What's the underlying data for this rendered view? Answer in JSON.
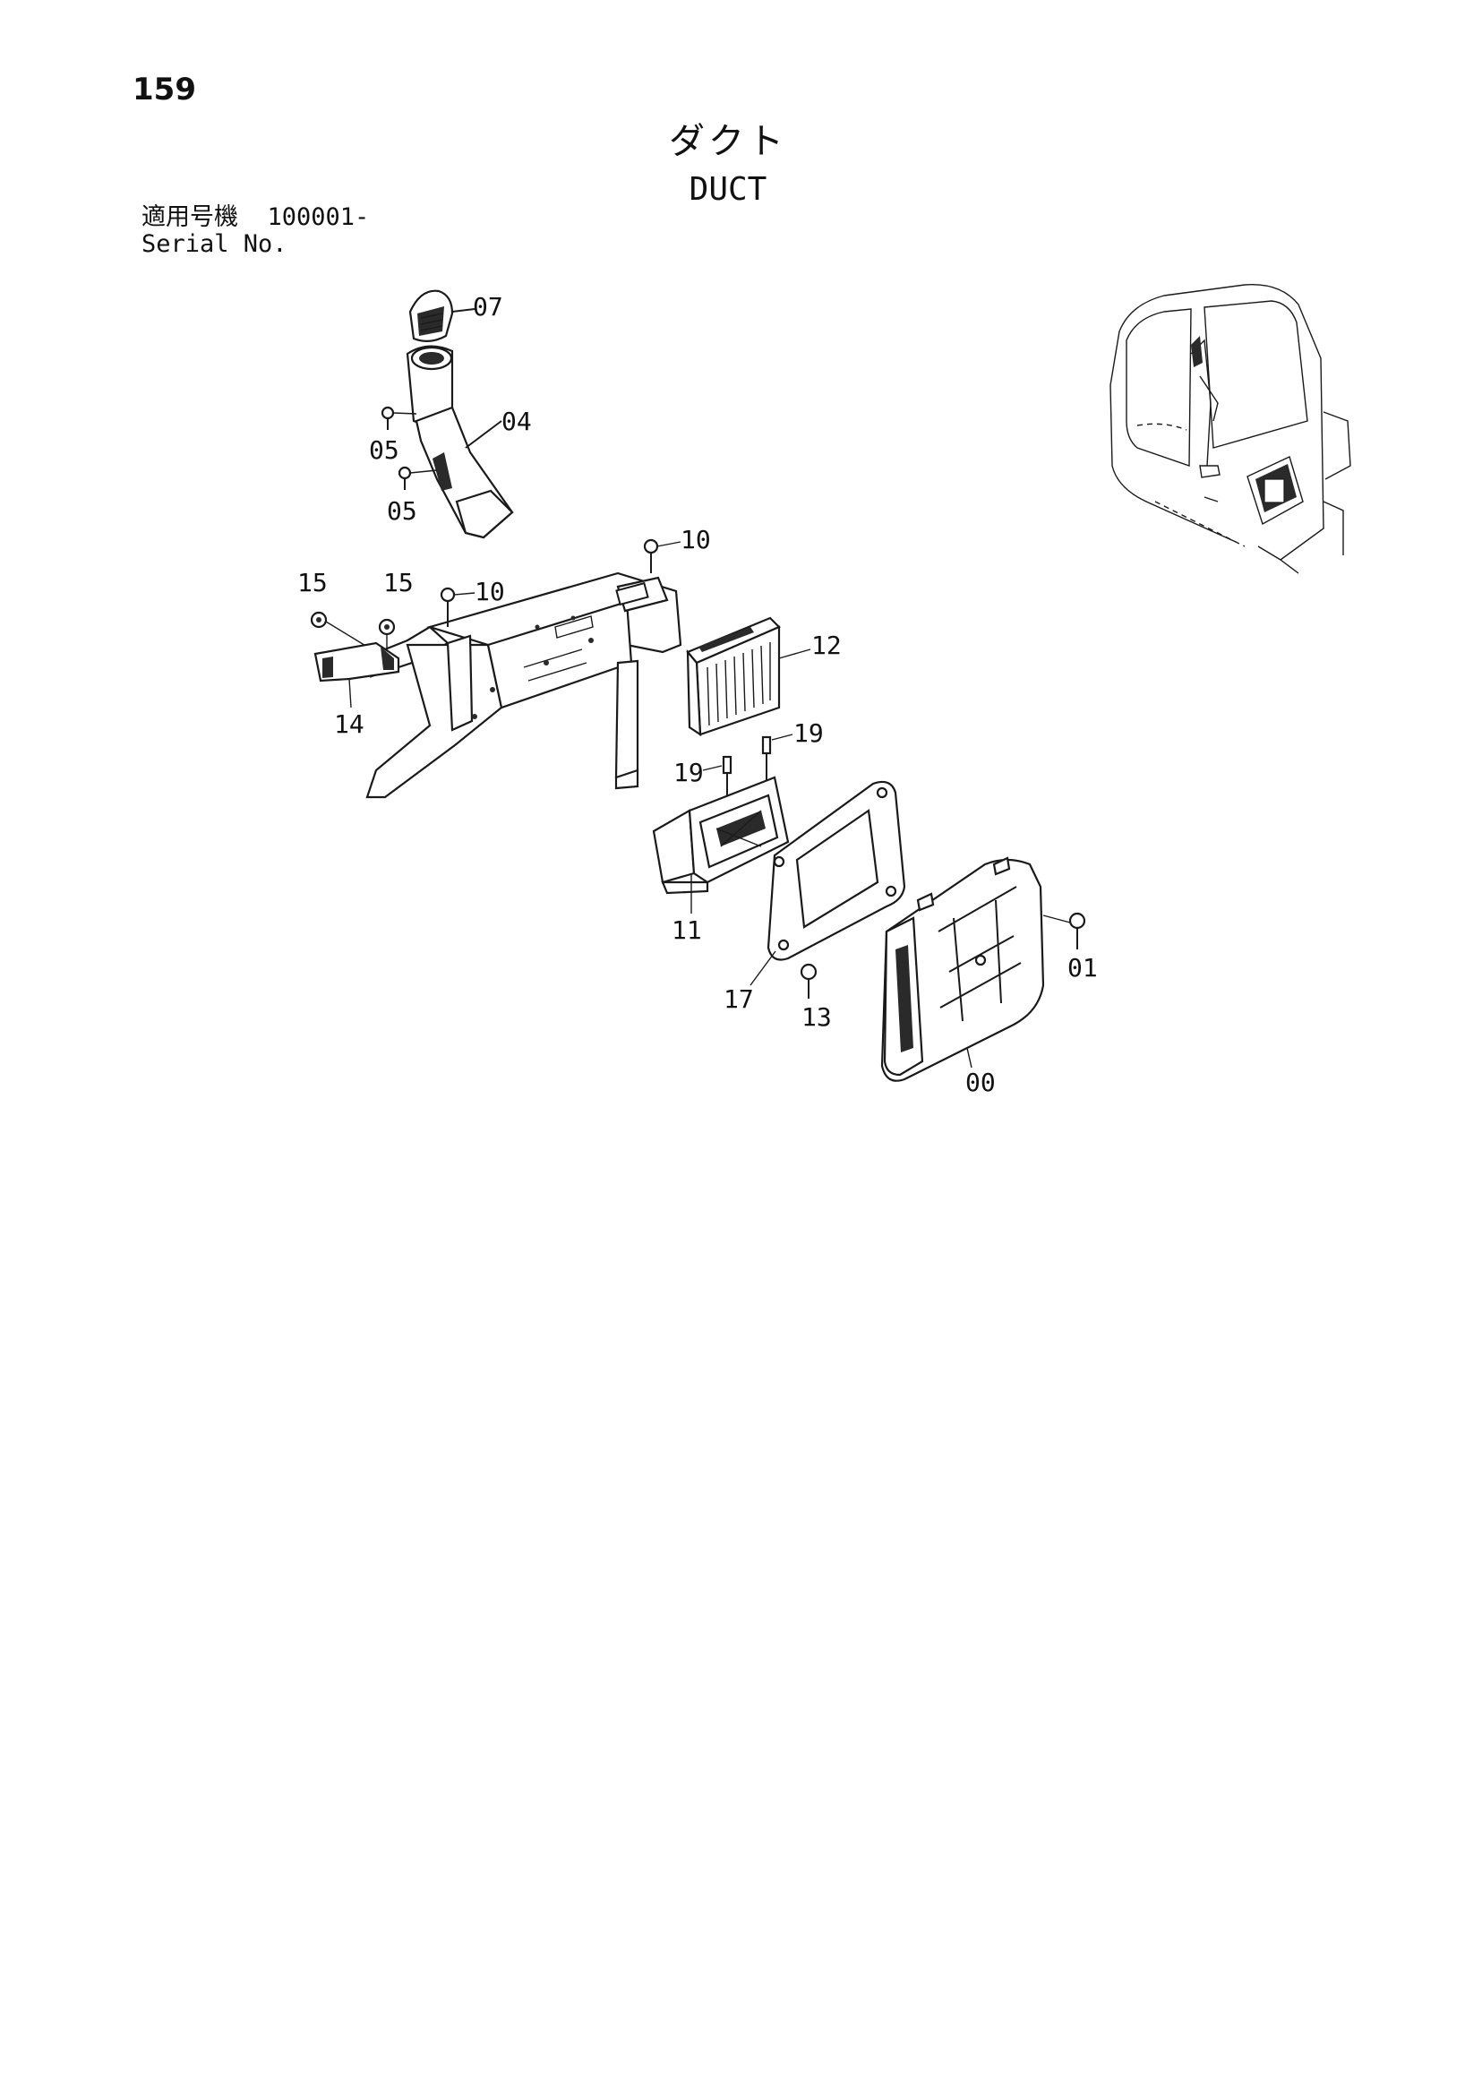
{
  "page": {
    "number": "159",
    "title_ja": "ダクト",
    "title_en": "DUCT"
  },
  "serial": {
    "label_ja": "適用号機",
    "value": "100001-",
    "label_en": "Serial No."
  },
  "callouts": {
    "c07": "07",
    "c04": "04",
    "c05a": "05",
    "c05b": "05",
    "c10a": "10",
    "c10b": "10",
    "c15a": "15",
    "c15b": "15",
    "c14": "14",
    "c12": "12",
    "c19a": "19",
    "c19b": "19",
    "c11": "11",
    "c17": "17",
    "c13": "13",
    "c01": "01",
    "c00": "00"
  }
}
